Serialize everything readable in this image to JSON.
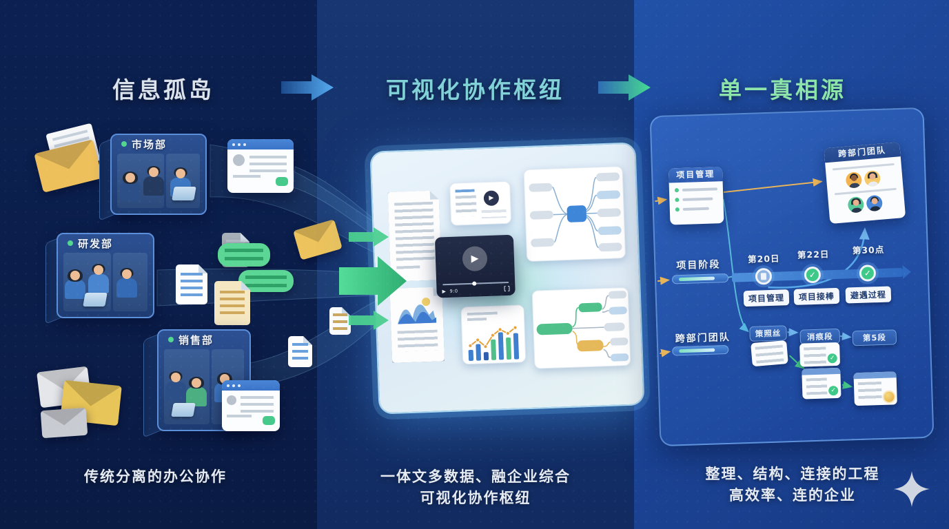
{
  "headers": {
    "h1": "信息孤岛",
    "h2": "可视化协作枢纽",
    "h3": "单一真相源"
  },
  "captions": {
    "left": "传统分离的办公协作",
    "center_line1": "一体文多数据、融企业综合",
    "center_line2": "可视化协作枢纽",
    "right_line1": "整理、结构、连接的工程",
    "right_line2": "高效率、连的企业"
  },
  "departments": [
    {
      "name": "市场部"
    },
    {
      "name": "研发部"
    },
    {
      "name": "销售部"
    }
  ],
  "right_panel": {
    "project_card_title": "项目管理",
    "team_card_title": "跨部门团队",
    "phase_label": "项目阶段",
    "team_label": "跨部门团队",
    "timeline": [
      {
        "date": "第20日",
        "label": "项目管理"
      },
      {
        "date": "第22日",
        "label": "项目接棒"
      },
      {
        "date": "第30点",
        "label": "避遇过程"
      }
    ],
    "flow_pills": [
      {
        "label": "策照丝"
      },
      {
        "label": "消痕段"
      },
      {
        "label": "第5段"
      }
    ]
  },
  "video": {
    "time": "9:0"
  },
  "icons": {
    "play": "▶",
    "check": "✓"
  },
  "colors": {
    "heading_gray": "#dbe2ec",
    "heading_teal": "#80d2d6",
    "heading_green": "#8de4aa",
    "accent_blue": "#4a9ae6",
    "accent_green": "#46d992"
  }
}
